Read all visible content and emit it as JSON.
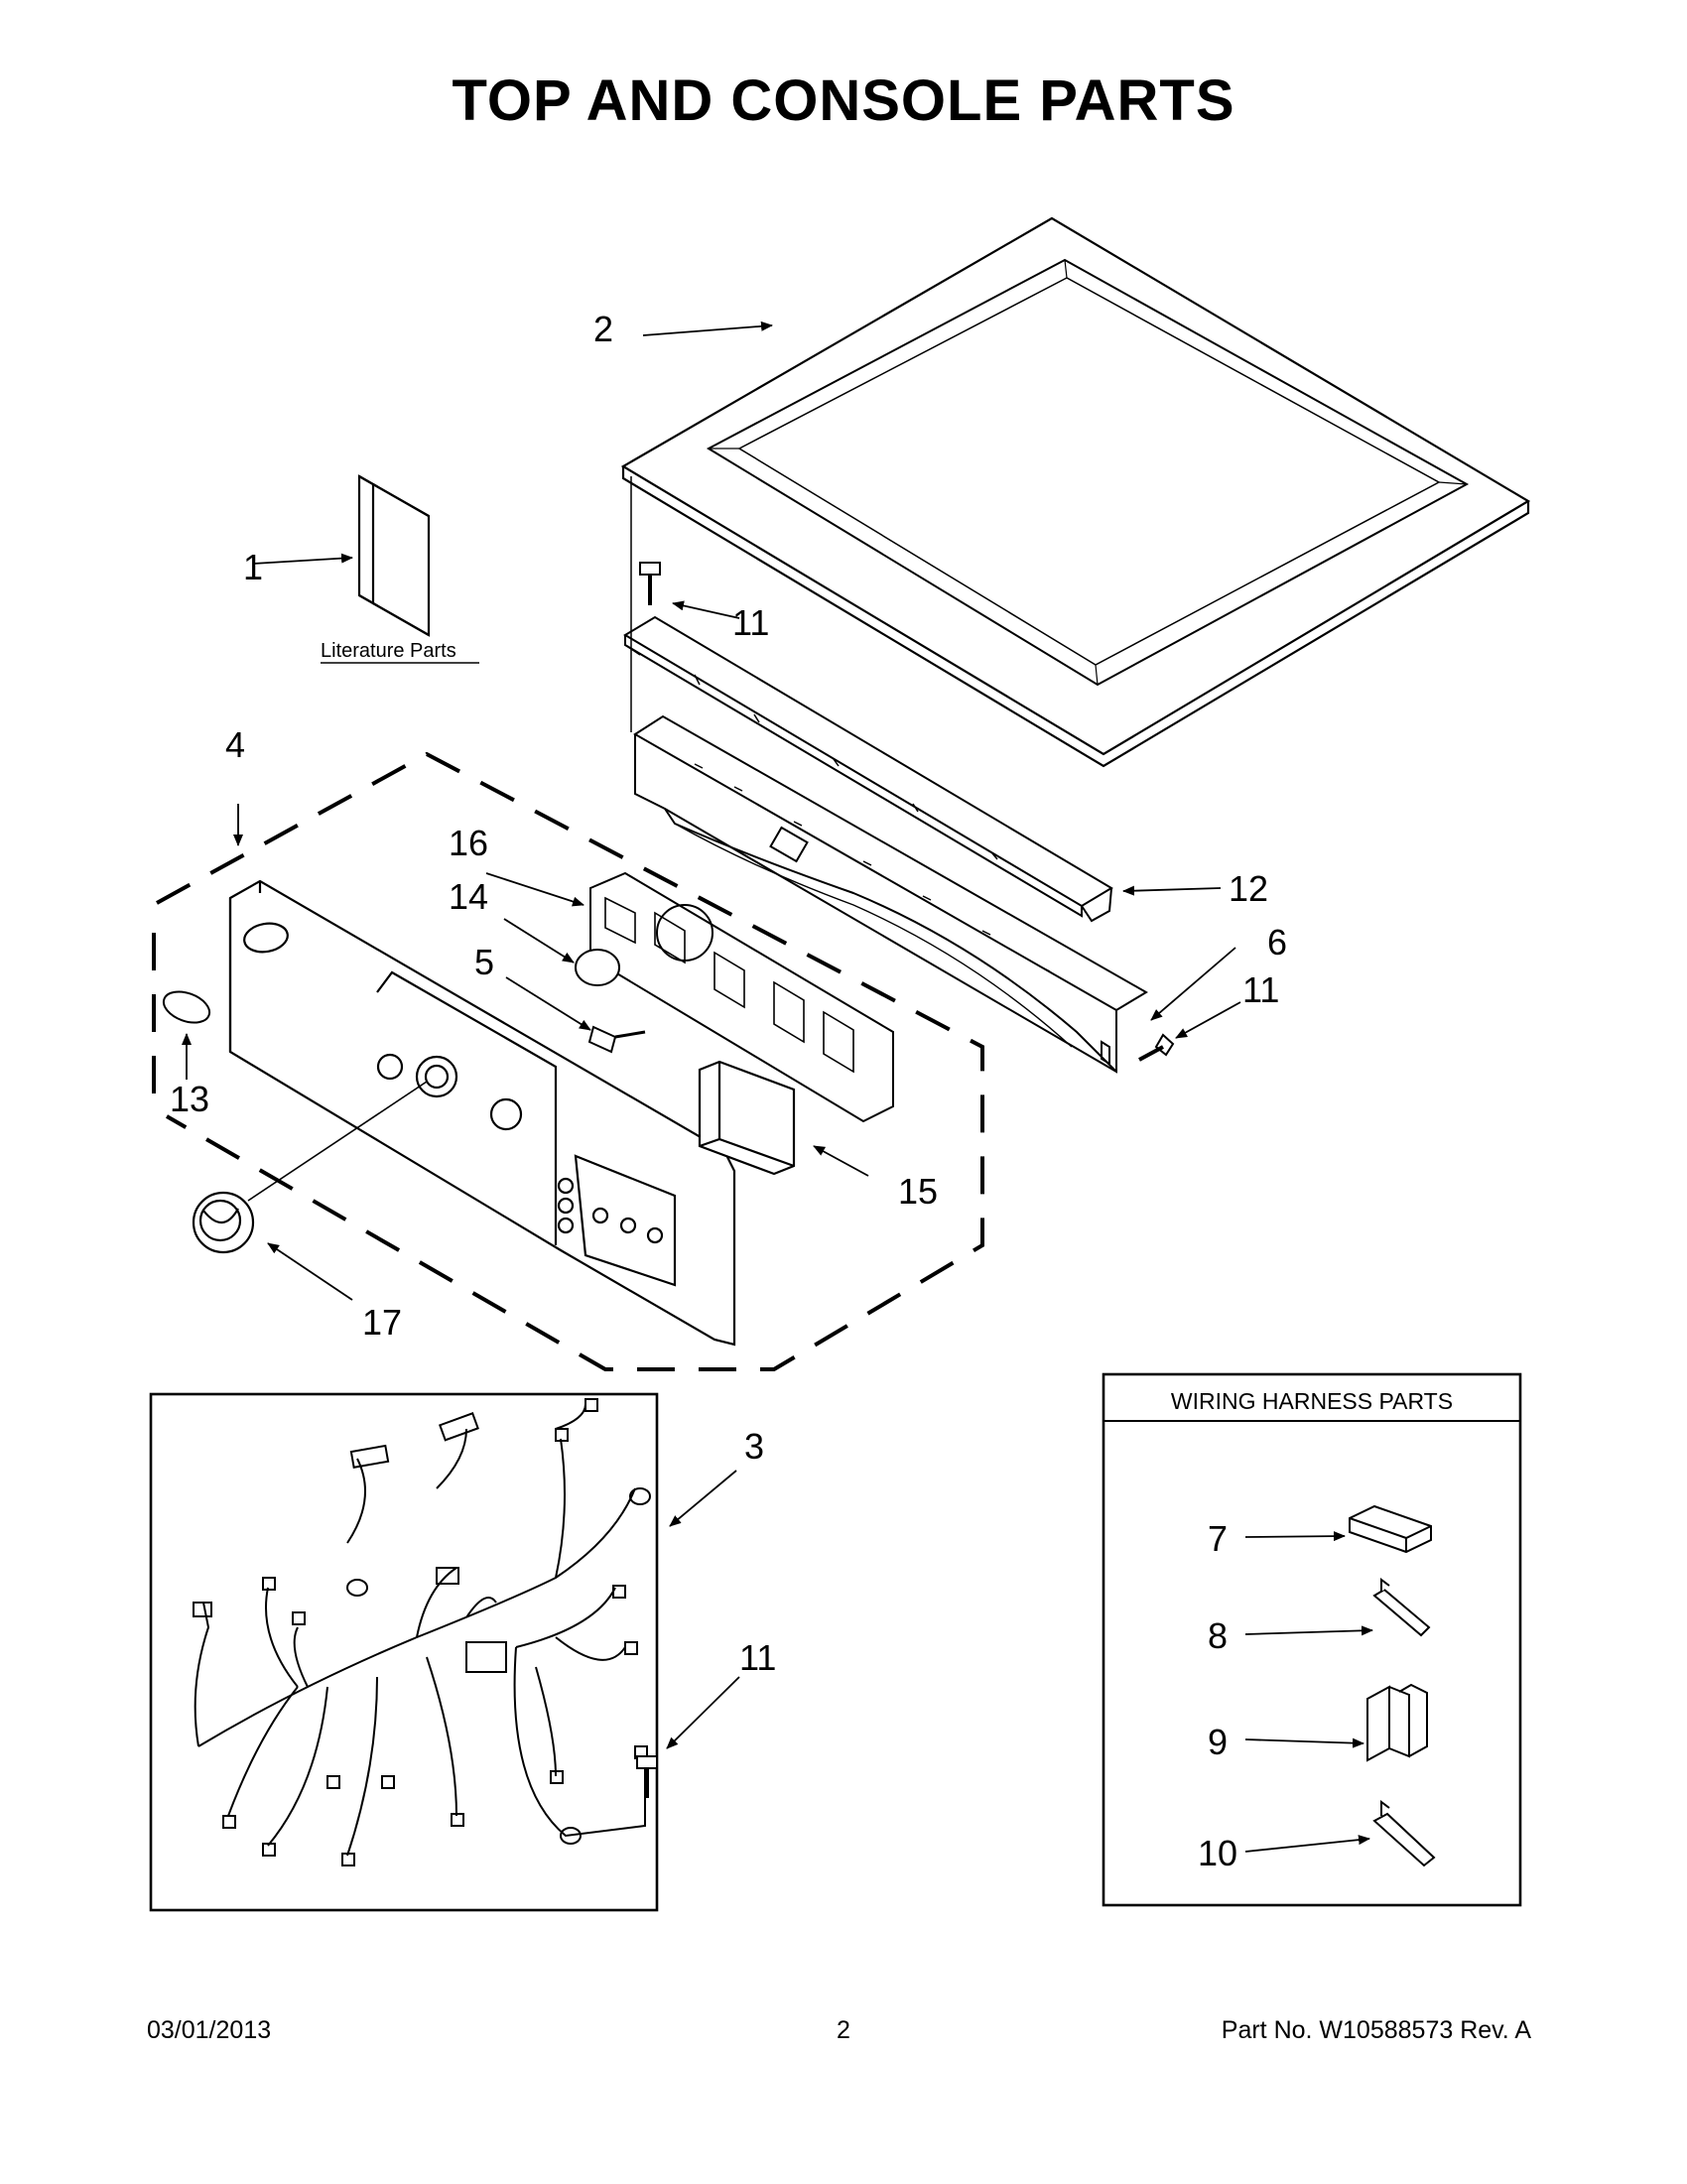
{
  "title": "TOP AND CONSOLE PARTS",
  "literature_label": "Literature Parts",
  "wiring_harness_title": "WIRING HARNESS PARTS",
  "callouts": {
    "c1": "1",
    "c2": "2",
    "c3": "3",
    "c4": "4",
    "c5": "5",
    "c6": "6",
    "c7": "7",
    "c8": "8",
    "c9": "9",
    "c10": "10",
    "c11a": "11",
    "c11b": "11",
    "c11c": "11",
    "c12": "12",
    "c13": "13",
    "c14": "14",
    "c15": "15",
    "c16": "16",
    "c17": "17"
  },
  "footer": {
    "date": "03/01/2013",
    "page": "2",
    "part": "Part No.  W10588573  Rev.  A"
  }
}
